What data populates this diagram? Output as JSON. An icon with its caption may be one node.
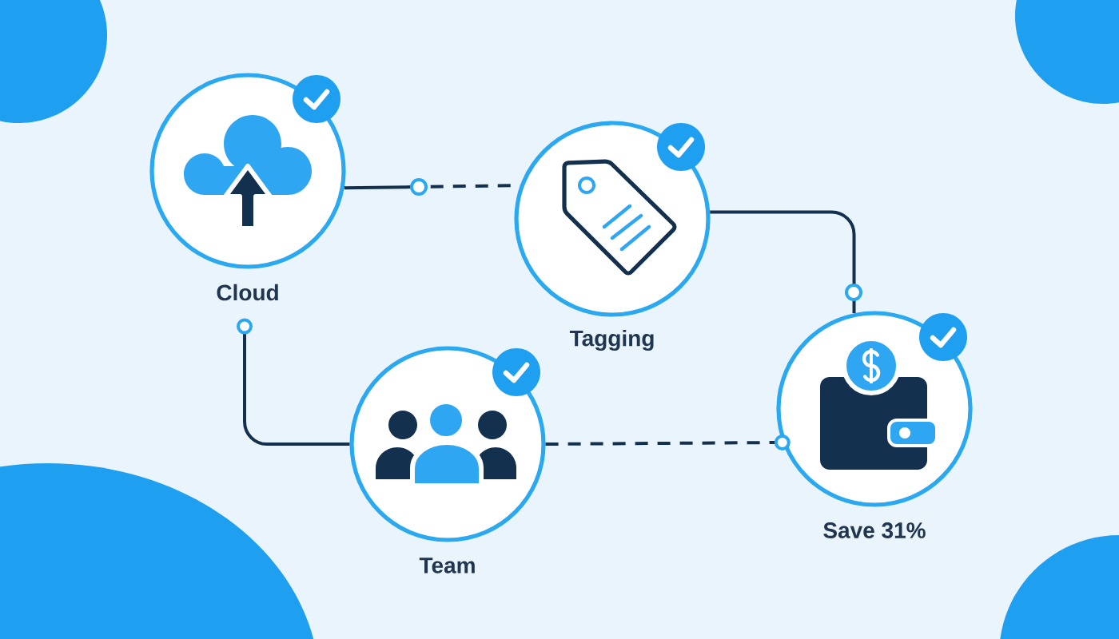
{
  "diagram": {
    "nodes": [
      {
        "text": [
          "Cloud"
        ]
      },
      {
        "text": [
          "Tagging"
        ]
      },
      {
        "text": [
          "Team"
        ]
      },
      {
        "text": [
          "Save 31%"
        ]
      }
    ],
    "edges": [
      {
        "from": 0,
        "to": 1,
        "arrow": "none",
        "style": "dashed"
      },
      {
        "from": 1,
        "to": 3,
        "arrow": "none"
      },
      {
        "from": 0,
        "to": 2,
        "arrow": "other"
      },
      {
        "from": 2,
        "to": 3,
        "arrow": "other",
        "style": "dashed"
      }
    ]
  }
}
